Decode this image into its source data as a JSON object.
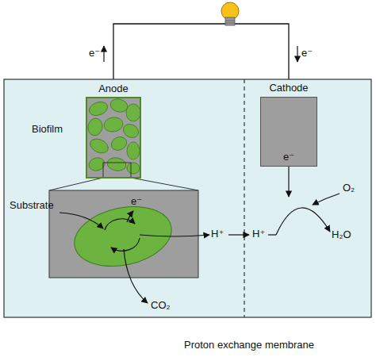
{
  "diagram": {
    "nodes": [
      {
        "text": [
          "Anode"
        ]
      },
      {
        "text": [
          "Cathode",
          "e⁻"
        ]
      }
    ],
    "edges": [
      {
        "from": 0,
        "to": 1,
        "arrow": "none"
      }
    ],
    "labels": [
      "e⁻",
      "e⁻",
      "Biofilm",
      "Substrate",
      "e⁻",
      "H⁺",
      "H⁺",
      "CO₂",
      "O₂",
      "H₂O",
      "Proton exchange membrane"
    ]
  }
}
